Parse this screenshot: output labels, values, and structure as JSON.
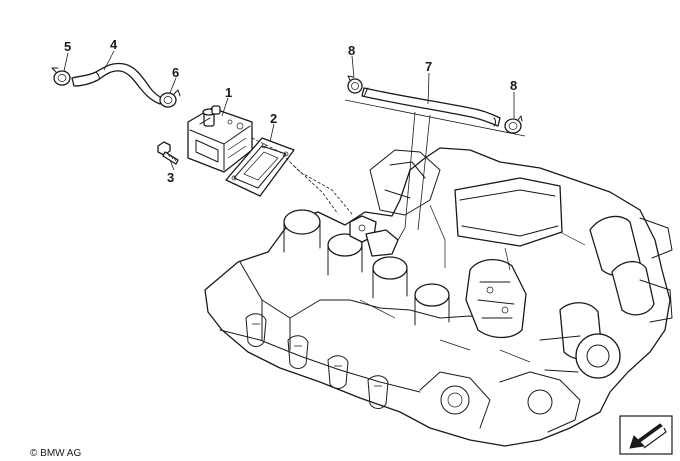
{
  "callouts": {
    "c1": "1",
    "c2": "2",
    "c3": "3",
    "c4": "4",
    "c5": "5",
    "c6": "6",
    "c7": "7",
    "c8a": "8",
    "c8b": "8"
  },
  "copyright": "© BMW AG",
  "icons": {
    "nav": "arrow-down-left-icon"
  }
}
